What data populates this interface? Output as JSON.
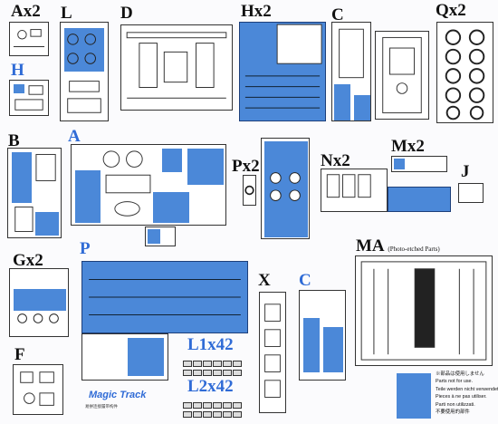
{
  "labels": {
    "A": "A",
    "Ax2": "Ax2",
    "L": "L",
    "D": "D",
    "Hx2": "Hx2",
    "C": "C",
    "Qx2": "Qx2",
    "H": "H",
    "B": "B",
    "Px2": "Px2",
    "Nx2": "Nx2",
    "Mx2": "Mx2",
    "J": "J",
    "Gx2": "Gx2",
    "P": "P",
    "X": "X",
    "C2": "C",
    "MA": "MA",
    "MA_sub": "(Photo-etched Parts)",
    "F": "F",
    "L1x42": "L1x42",
    "L2x42": "L2x42"
  },
  "notes": {
    "line1": "※部品は使用しません",
    "line2": "Parts not for use.",
    "line3": "Teile werden nicht verwendet.",
    "line4": "Pieces à ne pas utiliser.",
    "line5": "Parti non utilizzati.",
    "line6": "不要使用的部件"
  },
  "brand": {
    "name": "Magic Track",
    "sub": "易拼连接履带构件"
  },
  "colors": {
    "unused_parts": "#4b88d8",
    "label_blue": "#2f6bd6"
  }
}
